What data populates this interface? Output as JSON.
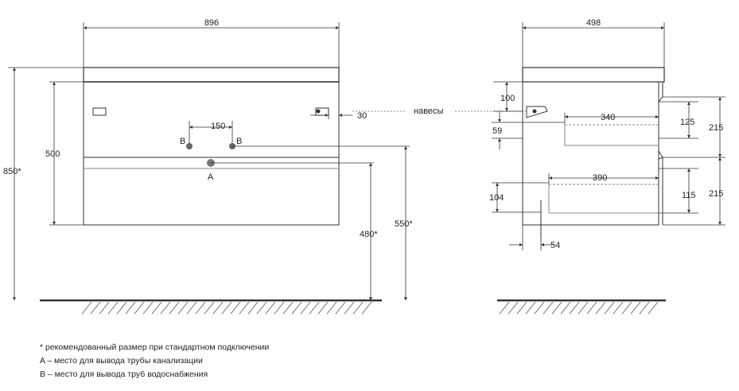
{
  "colors": {
    "line": "#333333",
    "text": "#222222",
    "accent": "#888888"
  },
  "front_view": {
    "width_dim": "896",
    "height_total": "850*",
    "body_height": "500",
    "dim_150": "150",
    "dim_30": "30",
    "height_480": "480*",
    "height_550": "550*",
    "label_a": "A",
    "label_b_left": "B",
    "label_b_right": "B"
  },
  "side_view": {
    "depth_dim": "498",
    "hanger_label": "навесы",
    "dim_100": "100",
    "dim_340": "340",
    "dim_59": "59",
    "dim_125": "125",
    "dim_215_top": "215",
    "dim_390": "390",
    "dim_104": "104",
    "dim_115": "115",
    "dim_215_bottom": "215",
    "dim_54": "54"
  },
  "notes": {
    "line1": "* рекомендованный размер при стандартном подключении",
    "line2": "A – место для вывода трубы канализации",
    "line3": "B – место для вывода труб водоснабжения"
  }
}
